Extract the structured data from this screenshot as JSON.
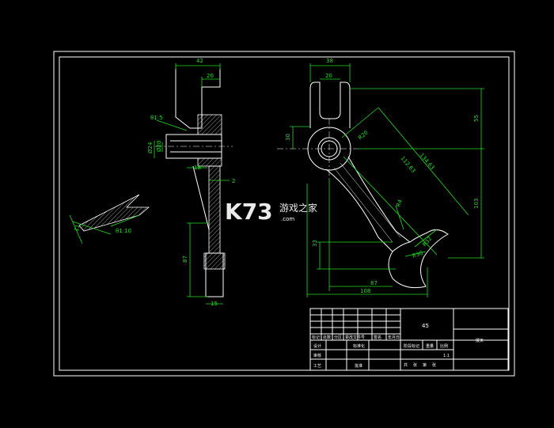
{
  "dimensions": {
    "top_width": "42",
    "top_inner": "20",
    "taper": "θ1:5",
    "dia_outer": "Ø24",
    "dia_inner": "Ø20",
    "hub_len": "18",
    "web_thk": "2",
    "lower_len": "87",
    "bottom_w": "15",
    "sec_a": "11",
    "sec_b": "θ1:10",
    "r_top_w": "38",
    "r_top_in": "20",
    "r_h30": "30",
    "r_r20": "R20",
    "r_55": "55",
    "r_134": "134.63",
    "r_112": "112.63",
    "r_103": "103",
    "r_r4": "R4",
    "r_33": "33",
    "r_r32": "R32",
    "r_r30": "R30",
    "r_87": "87",
    "r_108": "108"
  },
  "title_block": {
    "material": "45",
    "drawing_name": "拨叉",
    "labels": [
      "标记",
      "处数",
      "分区",
      "更改文件号",
      "签名",
      "年月日",
      "设计",
      "标准化",
      "审核",
      "工艺",
      "批准",
      "阶段标记",
      "重量",
      "比例",
      "1:1",
      "共",
      "张",
      "第",
      "张"
    ]
  },
  "watermark": {
    "logo": "K73",
    "text": "游戏之家",
    "domain": ".com"
  },
  "colors": {
    "background": "#000000",
    "outline": "#ffffff",
    "dimension": "#22dd22"
  }
}
